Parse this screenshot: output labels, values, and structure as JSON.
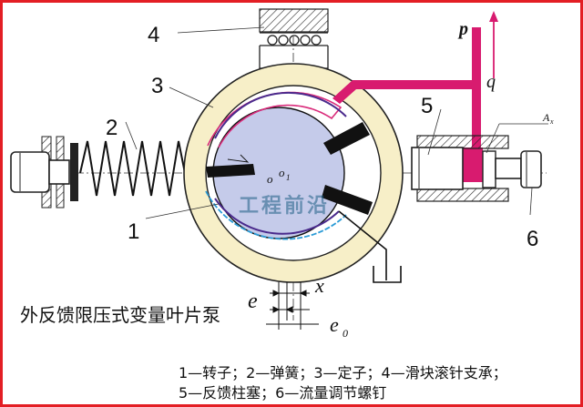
{
  "caption": "外反馈限压式变量叶片泵",
  "legend_line1": "1—转子；2—弹簧；3—定子；4—滑块滚针支承；",
  "legend_line2": "5—反馈柱塞；6—流量调节螺钉",
  "watermark": "工程前沿",
  "labels": {
    "n1": "1",
    "n2": "2",
    "n3": "3",
    "n4": "4",
    "n5": "5",
    "n6": "6",
    "p": "p",
    "q": "q",
    "ax": "A",
    "ax_sub": "x",
    "o": "o",
    "o1": "o",
    "o1_sub": "1",
    "e": "e",
    "x": "x",
    "e0": "e",
    "e0_sub": "0"
  },
  "colors": {
    "frame": "#e31e24",
    "stator_fill": "#f7efc8",
    "rotor_fill": "#c5cbea",
    "feedback_pipe": "#d81b6f",
    "arc_pink": "#d92a7a",
    "arc_purple": "#4a2a8c",
    "arc_blue": "#2a9bd6",
    "hatch": "#222222"
  }
}
